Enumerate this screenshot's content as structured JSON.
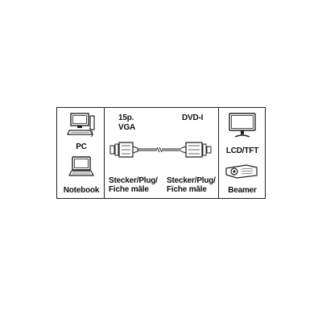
{
  "left": {
    "pc_label": "PC",
    "notebook_label": "Notebook"
  },
  "middle": {
    "left_connector": {
      "pins": "15p.",
      "type": "VGA",
      "gender": "Stecker/Plug/",
      "gender2": "Fiche mâle"
    },
    "right_connector": {
      "type": "DVD-I",
      "gender": "Stecker/Plug/",
      "gender2": "Fiche mâle"
    }
  },
  "right": {
    "lcd_label": "LCD/TFT",
    "beamer_label": "Beamer"
  }
}
